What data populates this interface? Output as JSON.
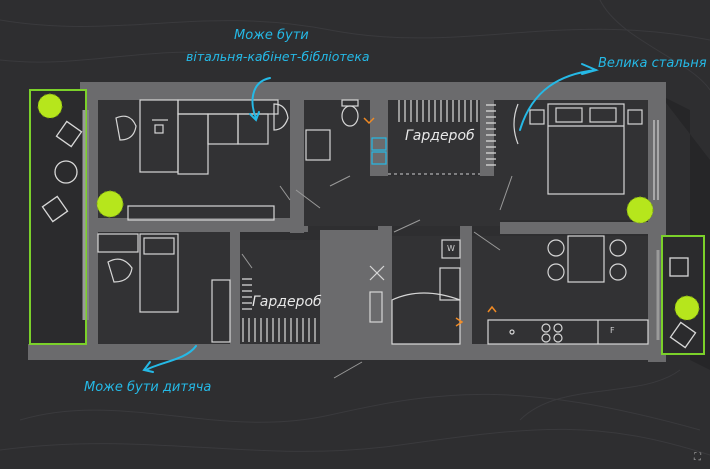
{
  "annotations": {
    "living_line1": "Може бути",
    "living_line2": "вітальня-кабінет-бібліотека",
    "bedroom": "Велика стальня",
    "child": "Може бути дитяча"
  },
  "rooms": {
    "wardrobe_top": "Гардероб",
    "wardrobe_bottom": "Гардероб"
  },
  "fixtures": {
    "washer": "W",
    "fridge": "F"
  },
  "colors": {
    "background": "#2e2e30",
    "wall": "#6b6b6d",
    "floor": "#323234",
    "accent_text": "#25b9e6",
    "balcony_outline": "#7bd12a",
    "plant": "#b6e61c",
    "door_marker": "#f08a24"
  },
  "icons": [
    "plant-icon",
    "arrow-icon",
    "door-marker-icon",
    "expand-icon"
  ]
}
